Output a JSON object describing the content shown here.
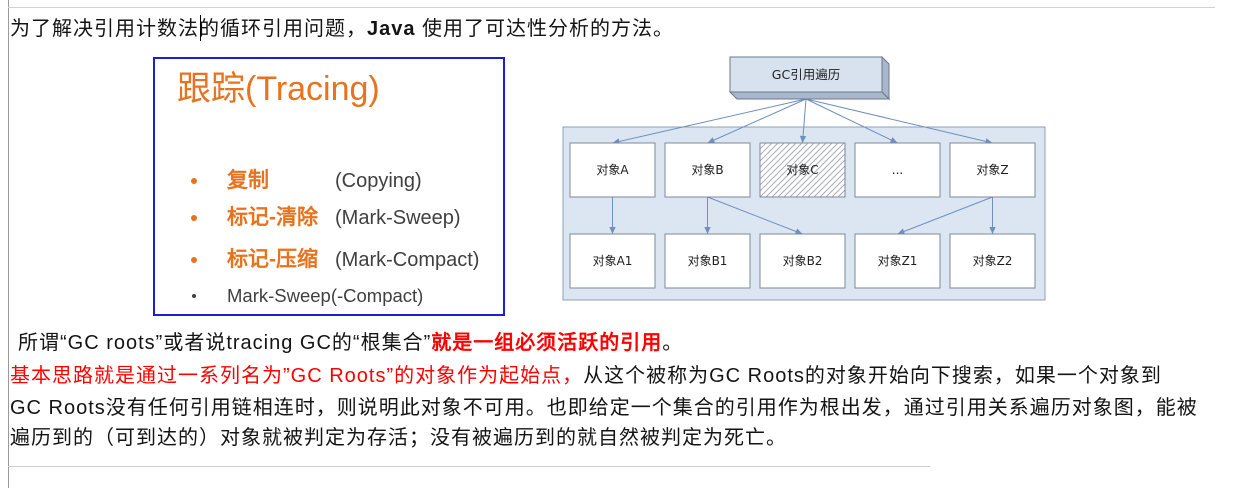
{
  "colors": {
    "slide_accent": "#e8731f",
    "slide_border": "#1a1fcf",
    "emphasis_red": "#ff0000",
    "diagram_panel": "#dce6f2",
    "diagram_edge": "#6f8fbf"
  },
  "intro": {
    "before_cursor": "为了解决引用计数法",
    "after_cursor": "的循环引用问题，",
    "java": "Java",
    "rest": " 使用了可达性分析的方法。"
  },
  "slide": {
    "title": "跟踪(Tracing)",
    "items": [
      {
        "term": "复制",
        "note": "(Copying)"
      },
      {
        "term": "标记-清除",
        "note": "(Mark-Sweep)"
      },
      {
        "term": "标记-压缩",
        "note": "(Mark-Compact)"
      },
      {
        "text": "Mark-Sweep(-Compact)"
      }
    ]
  },
  "diagram": {
    "root_label": "GC引用遍历",
    "level_1": [
      {
        "label": "对象A"
      },
      {
        "label": "对象B"
      },
      {
        "label": "对象C",
        "hatched": true
      },
      {
        "label": "..."
      },
      {
        "label": "对象Z"
      }
    ],
    "level_2": [
      {
        "label": "对象A1"
      },
      {
        "label": "对象B1"
      },
      {
        "label": "对象B2"
      },
      {
        "label": "对象Z1"
      },
      {
        "label": "对象Z2"
      }
    ],
    "root_edges": [
      0,
      1,
      2,
      3,
      4
    ],
    "edges_level_1_to_2": [
      [
        0,
        0
      ],
      [
        1,
        1
      ],
      [
        1,
        2
      ],
      [
        4,
        3
      ],
      [
        4,
        4
      ]
    ]
  },
  "definition": {
    "lead": "所谓“GC roots”或者说tracing GC的“根集合”",
    "emphasis": "就是一组必须活跃的引用",
    "tail": "。"
  },
  "explanation": {
    "line_1_red": "基本思路就是通过一系列名为”GC Roots”的对象作为起始点，",
    "line_1_rest": "从这个被称为GC Roots的对象开始向下搜索，如果一个对象到",
    "line_2": "GC Roots没有任何引用链相连时，则说明此对象不可用。也即给定一个集合的引用作为根出发，通过引用关系遍历对象图，能被",
    "line_3": "遍历到的（可到达的）对象就被判定为存活；没有被遍历到的就自然被判定为死亡。"
  }
}
